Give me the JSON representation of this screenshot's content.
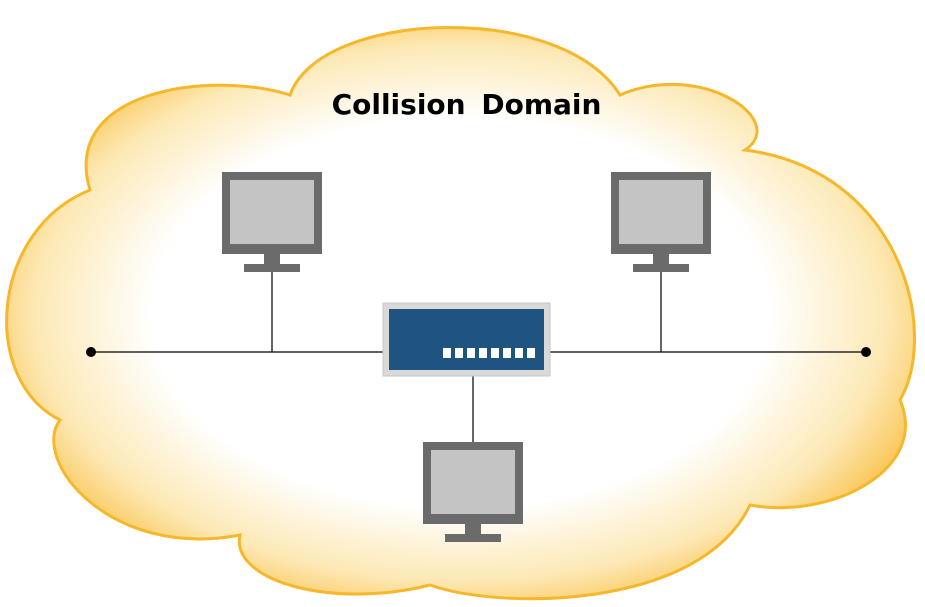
{
  "diagram": {
    "title": "Collision Domain"
  },
  "colors": {
    "cloud_edge": "#f6b72a",
    "cloud_center": "#ffffff",
    "hub_body": "#1f5480",
    "hub_frame": "#d9d9d9",
    "hub_ports": "#ffffff",
    "monitor_frame": "#6b6b6b",
    "monitor_screen": "#c4c4c4",
    "line": "#000000"
  },
  "icons": {
    "hub": "network-hub-icon",
    "computer": "computer-monitor-icon"
  },
  "nodes": {
    "computers": 3,
    "hub_ports": 8,
    "terminators": 2
  }
}
